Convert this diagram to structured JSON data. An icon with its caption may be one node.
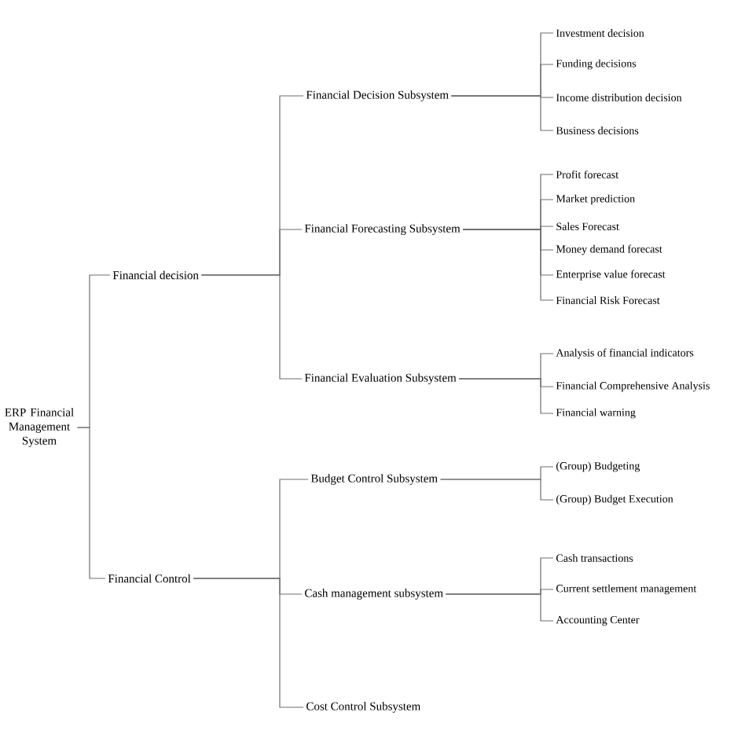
{
  "diagram": {
    "nodes": [
      {
        "text": [
          "ERP Financial Management System"
        ]
      },
      {
        "text": [
          "Financial decision"
        ]
      },
      {
        "text": [
          "Financial Control"
        ]
      },
      {
        "text": [
          "Financial Decision Subsystem"
        ]
      },
      {
        "text": [
          "Financial Forecasting Subsystem"
        ]
      },
      {
        "text": [
          "Financial Evaluation Subsystem"
        ]
      },
      {
        "text": [
          "Budget Control Subsystem"
        ]
      },
      {
        "text": [
          "Cash management subsystem"
        ]
      },
      {
        "text": [
          "Cost Control Subsystem"
        ]
      },
      {
        "text": [
          "Investment decision"
        ]
      },
      {
        "text": [
          "Funding decisions"
        ]
      },
      {
        "text": [
          "Income distribution decision"
        ]
      },
      {
        "text": [
          "Business decisions"
        ]
      },
      {
        "text": [
          "Profit forecast"
        ]
      },
      {
        "text": [
          "Market prediction"
        ]
      },
      {
        "text": [
          "Sales Forecast"
        ]
      },
      {
        "text": [
          "Money demand forecast"
        ]
      },
      {
        "text": [
          "Enterprise value forecast"
        ]
      },
      {
        "text": [
          "Financial Risk Forecast"
        ]
      },
      {
        "text": [
          "Analysis of financial indicators"
        ]
      },
      {
        "text": [
          "Financial Comprehensive Analysis"
        ]
      },
      {
        "text": [
          "Financial warning"
        ]
      },
      {
        "text": [
          "(Group) Budgeting"
        ]
      },
      {
        "text": [
          "(Group) Budget Execution"
        ]
      },
      {
        "text": [
          "Cash transactions"
        ]
      },
      {
        "text": [
          "Current settlement management"
        ]
      },
      {
        "text": [
          "Accounting Center"
        ]
      }
    ],
    "edges": [
      {
        "from": 0,
        "to": 1,
        "arrow": "none"
      },
      {
        "from": 0,
        "to": 2,
        "arrow": "none"
      },
      {
        "from": 1,
        "to": 3,
        "arrow": "none"
      },
      {
        "from": 1,
        "to": 4,
        "arrow": "none"
      },
      {
        "from": 1,
        "to": 5,
        "arrow": "none"
      },
      {
        "from": 2,
        "to": 6,
        "arrow": "none"
      },
      {
        "from": 2,
        "to": 7,
        "arrow": "none"
      },
      {
        "from": 2,
        "to": 8,
        "arrow": "none"
      },
      {
        "from": 3,
        "to": 9,
        "arrow": "none"
      },
      {
        "from": 3,
        "to": 10,
        "arrow": "none"
      },
      {
        "from": 3,
        "to": 11,
        "arrow": "none"
      },
      {
        "from": 3,
        "to": 12,
        "arrow": "none"
      },
      {
        "from": 4,
        "to": 13,
        "arrow": "none"
      },
      {
        "from": 4,
        "to": 14,
        "arrow": "none"
      },
      {
        "from": 4,
        "to": 15,
        "arrow": "none"
      },
      {
        "from": 4,
        "to": 16,
        "arrow": "none"
      },
      {
        "from": 4,
        "to": 17,
        "arrow": "none"
      },
      {
        "from": 4,
        "to": 18,
        "arrow": "none"
      },
      {
        "from": 5,
        "to": 19,
        "arrow": "none"
      },
      {
        "from": 5,
        "to": 20,
        "arrow": "none"
      },
      {
        "from": 5,
        "to": 21,
        "arrow": "none"
      },
      {
        "from": 6,
        "to": 22,
        "arrow": "none"
      },
      {
        "from": 6,
        "to": 23,
        "arrow": "none"
      },
      {
        "from": 7,
        "to": 24,
        "arrow": "none"
      },
      {
        "from": 7,
        "to": 25,
        "arrow": "none"
      },
      {
        "from": 7,
        "to": 26,
        "arrow": "none"
      }
    ]
  }
}
